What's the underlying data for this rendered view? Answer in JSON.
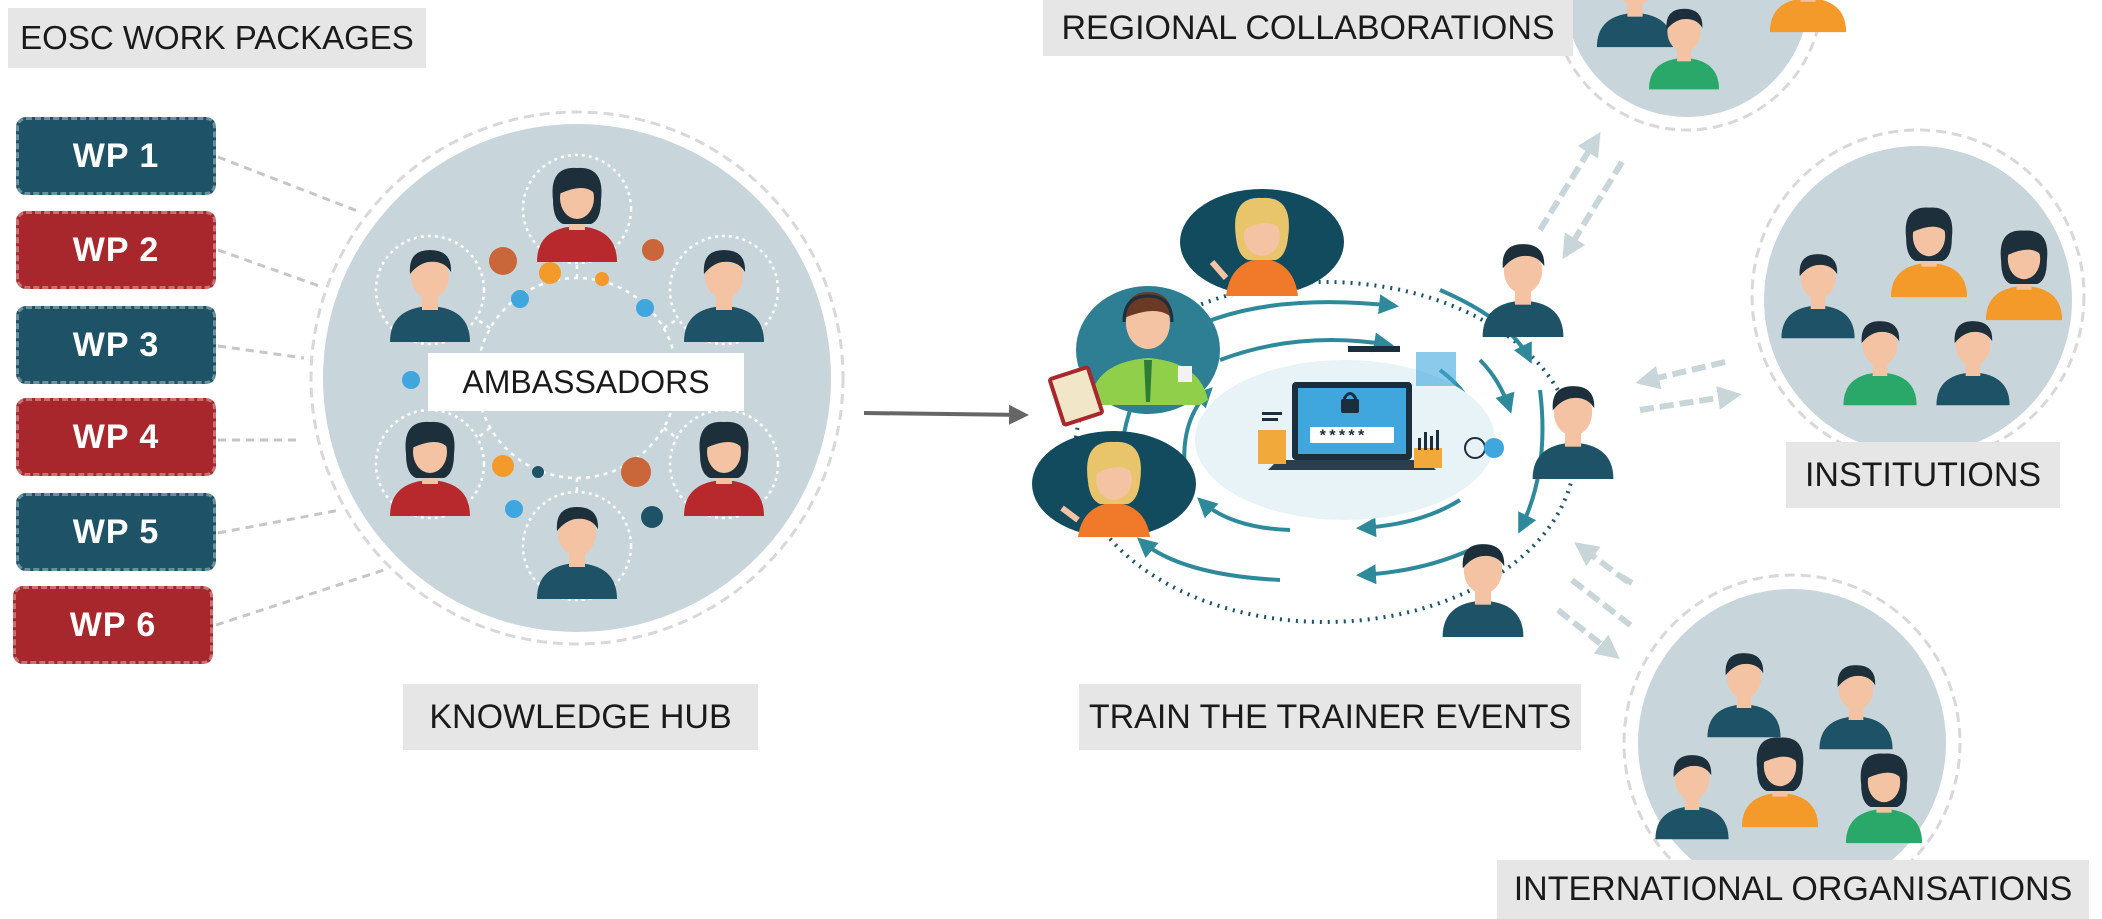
{
  "title": "EOSC WORK PACKAGES",
  "work_packages": [
    {
      "label": "WP 1",
      "color": "#1e5367"
    },
    {
      "label": "WP 2",
      "color": "#a8272c"
    },
    {
      "label": "WP 3",
      "color": "#1e5367"
    },
    {
      "label": "WP 4",
      "color": "#a8272c"
    },
    {
      "label": "WP 5",
      "color": "#1e5367"
    },
    {
      "label": "WP 6",
      "color": "#a8272c"
    }
  ],
  "hub": {
    "center_label": "AMBASSADORS",
    "caption": "KNOWLEDGE HUB"
  },
  "events": {
    "caption": "TRAIN THE TRAINER EVENTS",
    "password_text": "*****"
  },
  "groups": {
    "regional": "REGIONAL COLLABORATIONS",
    "institutions": "INSTITUTIONS",
    "international": "INTERNATIONAL ORGANISATIONS"
  },
  "colors": {
    "teal_dark": "#1e5367",
    "red": "#a8272c",
    "circle_fill": "#c8d6db",
    "arrow_teal": "#2e8a9a",
    "orange": "#f28c28",
    "green": "#2aa86a",
    "skin": "#f3c3a3",
    "hair": "#1c2f3a"
  }
}
